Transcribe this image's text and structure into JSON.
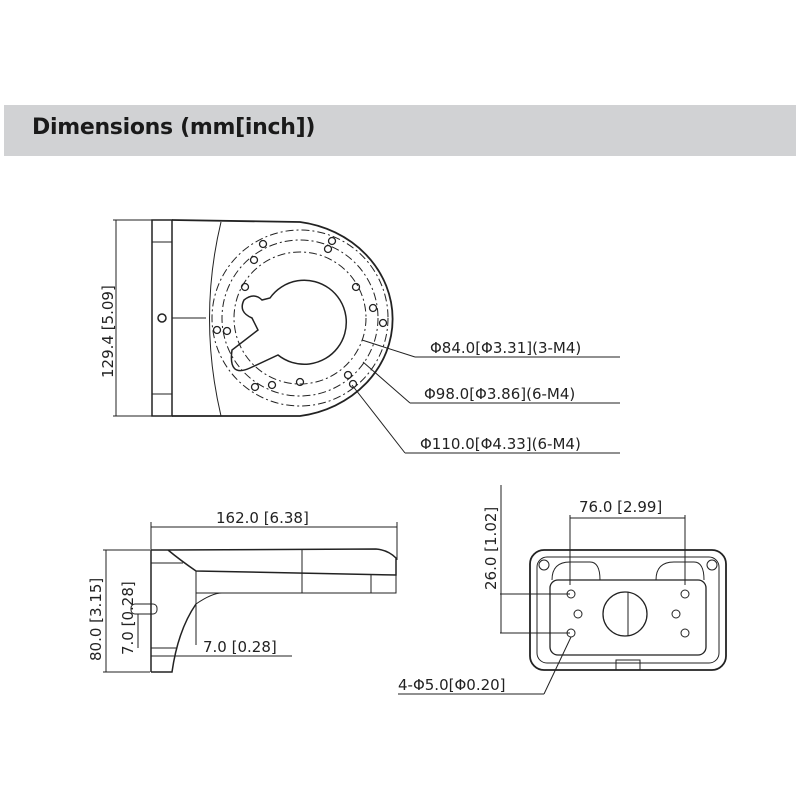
{
  "header": {
    "title": "Dimensions (mm[inch])"
  },
  "top_view": {
    "height_label": "129.4 [5.09]",
    "callouts": [
      {
        "label": "Φ84.0[Φ3.31](3-M4)"
      },
      {
        "label": "Φ98.0[Φ3.86](6-M4)"
      },
      {
        "label": "Φ110.0[Φ4.33](6-M4)"
      }
    ]
  },
  "side_view": {
    "length_label": "162.0  [6.38]",
    "height_label": "80.0 [3.15]",
    "pin_height_label": "7.0 [0.28]",
    "pin_offset_label": "7.0 [0.28]"
  },
  "front_view": {
    "hole_spacing_label": "76.0 [2.99]",
    "hole_vertical_label": "26.0 [1.02]",
    "holes_label": "4-Φ5.0[Φ0.20]"
  },
  "colors": {
    "header_bg": "#d1d2d4",
    "line": "#222222"
  }
}
